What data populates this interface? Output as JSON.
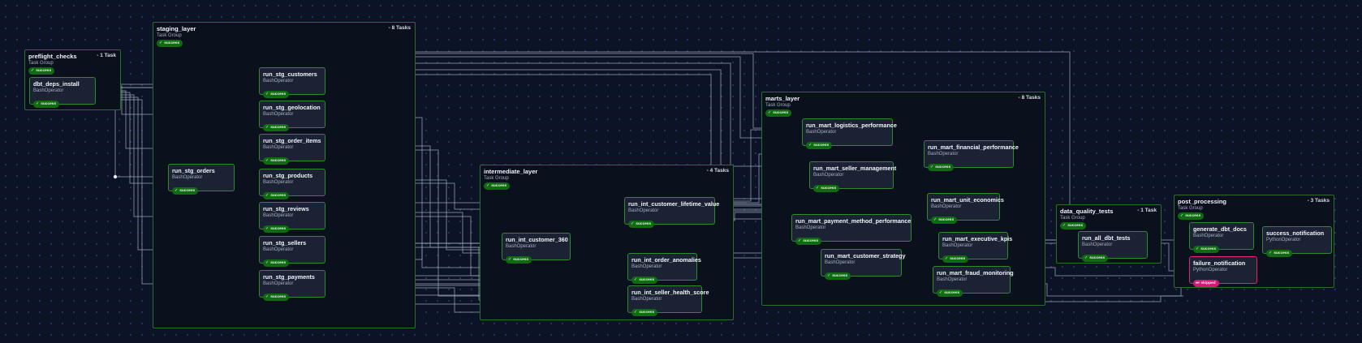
{
  "groups": [
    {
      "id": "preflight",
      "name": "preflight_checks",
      "type": "Task Group",
      "count": "- 1 Task",
      "status": "success"
    },
    {
      "id": "staging",
      "name": "staging_layer",
      "type": "Task Group",
      "count": "- 8 Tasks",
      "status": "success"
    },
    {
      "id": "intermediate",
      "name": "intermediate_layer",
      "type": "Task Group",
      "count": "- 4 Tasks",
      "status": "success"
    },
    {
      "id": "marts",
      "name": "marts_layer",
      "type": "Task Group",
      "count": "- 8 Tasks",
      "status": "success"
    },
    {
      "id": "dq",
      "name": "data_quality_tests",
      "type": "Task Group",
      "count": "- 1 Task",
      "status": "success"
    },
    {
      "id": "post",
      "name": "post_processing",
      "type": "Task Group",
      "count": "- 3 Tasks",
      "status": "success"
    }
  ],
  "tasks": [
    {
      "id": "dbt_deps",
      "name": "dbt_deps_install",
      "operator": "BashOperator",
      "status": "success"
    },
    {
      "id": "stg_orders",
      "name": "run_stg_orders",
      "operator": "BashOperator",
      "status": "success"
    },
    {
      "id": "stg_customers",
      "name": "run_stg_customers",
      "operator": "BashOperator",
      "status": "success"
    },
    {
      "id": "stg_geolocation",
      "name": "run_stg_geolocation",
      "operator": "BashOperator",
      "status": "success"
    },
    {
      "id": "stg_order_items",
      "name": "run_stg_order_items",
      "operator": "BashOperator",
      "status": "success"
    },
    {
      "id": "stg_products",
      "name": "run_stg_products",
      "operator": "BashOperator",
      "status": "success"
    },
    {
      "id": "stg_reviews",
      "name": "run_stg_reviews",
      "operator": "BashOperator",
      "status": "success"
    },
    {
      "id": "stg_sellers",
      "name": "run_stg_sellers",
      "operator": "BashOperator",
      "status": "success"
    },
    {
      "id": "stg_payments",
      "name": "run_stg_payments",
      "operator": "BashOperator",
      "status": "success"
    },
    {
      "id": "int_c360",
      "name": "run_int_customer_360",
      "operator": "BashOperator",
      "status": "success"
    },
    {
      "id": "int_clv",
      "name": "run_int_customer_lifetime_value",
      "operator": "BashOperator",
      "status": "success"
    },
    {
      "id": "int_anom",
      "name": "run_int_order_anomalies",
      "operator": "BashOperator",
      "status": "success"
    },
    {
      "id": "int_seller",
      "name": "run_int_seller_health_score",
      "operator": "BashOperator",
      "status": "success"
    },
    {
      "id": "mart_logistics",
      "name": "run_mart_logistics_performance",
      "operator": "BashOperator",
      "status": "success"
    },
    {
      "id": "mart_financial",
      "name": "run_mart_financial_performance",
      "operator": "BashOperator",
      "status": "success"
    },
    {
      "id": "mart_seller",
      "name": "run_mart_seller_management",
      "operator": "BashOperator",
      "status": "success"
    },
    {
      "id": "mart_unit",
      "name": "run_mart_unit_economics",
      "operator": "BashOperator",
      "status": "success"
    },
    {
      "id": "mart_payment",
      "name": "run_mart_payment_method_performance",
      "operator": "BashOperator",
      "status": "success"
    },
    {
      "id": "mart_exec",
      "name": "run_mart_executive_kpis",
      "operator": "BashOperator",
      "status": "success"
    },
    {
      "id": "mart_cust",
      "name": "run_mart_customer_strategy",
      "operator": "BashOperator",
      "status": "success"
    },
    {
      "id": "mart_fraud",
      "name": "run_mart_fraud_monitoring",
      "operator": "BashOperator",
      "status": "success"
    },
    {
      "id": "all_tests",
      "name": "run_all_dbt_tests",
      "operator": "BashOperator",
      "status": "success"
    },
    {
      "id": "gen_docs",
      "name": "generate_dbt_docs",
      "operator": "BashOperator",
      "status": "success"
    },
    {
      "id": "success_notif",
      "name": "success_notification",
      "operator": "PythonOperator",
      "status": "success"
    },
    {
      "id": "failure_notif",
      "name": "failure_notification",
      "operator": "PythonOperator",
      "status": "skipped"
    }
  ],
  "colors": {
    "success": "#0f6a12",
    "skipped": "#d11a75",
    "border_success": "#2f8a2f",
    "border_skipped": "#e0247c",
    "edge": "#9aa3b8"
  },
  "icons": {
    "success": "check-icon",
    "skipped": "skip-icon"
  }
}
